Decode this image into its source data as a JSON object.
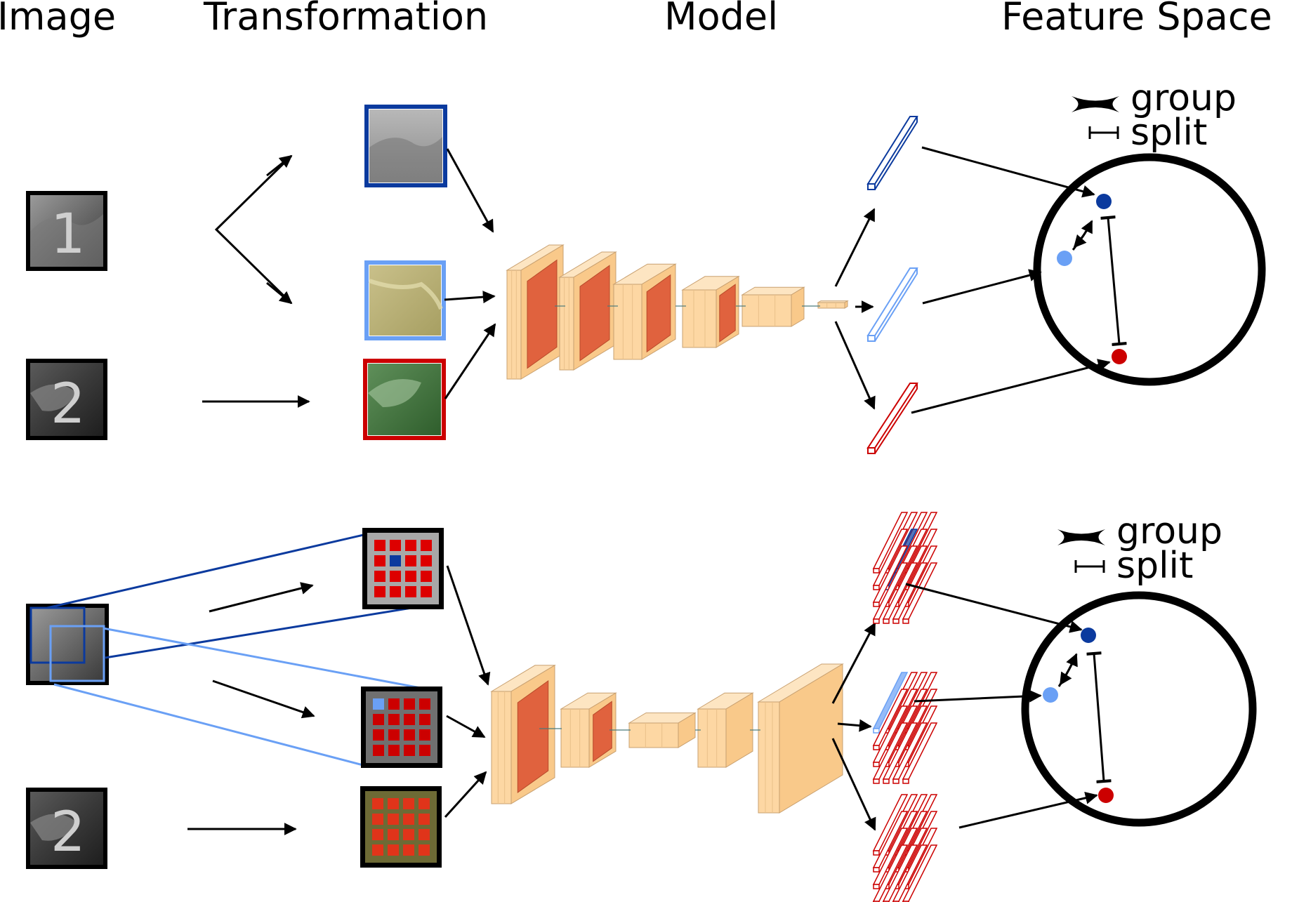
{
  "headers": {
    "image": "Image",
    "transformation": "Transformation",
    "model": "Model",
    "feature_space": "Feature Space"
  },
  "panels": {
    "top": {
      "legend": {
        "group": "group",
        "split": "split"
      },
      "inputs": [
        "1",
        "2"
      ],
      "transformed_borders": [
        "#0b3a9e",
        "#6aa0f5",
        "#cc0000"
      ],
      "embedding_colors": [
        "#0b3a9e",
        "#6aa0f5",
        "#cc0000"
      ]
    },
    "bottom": {
      "legend": {
        "group": "group",
        "split": "split"
      },
      "inputs": [
        "2"
      ]
    }
  },
  "colors": {
    "dark_blue": "#0b3a9e",
    "light_blue": "#6aa0f5",
    "red": "#cc0000",
    "block_fill": "#fdd7a3",
    "block_edge": "#c8a070",
    "feature_map": "#e0623e"
  }
}
